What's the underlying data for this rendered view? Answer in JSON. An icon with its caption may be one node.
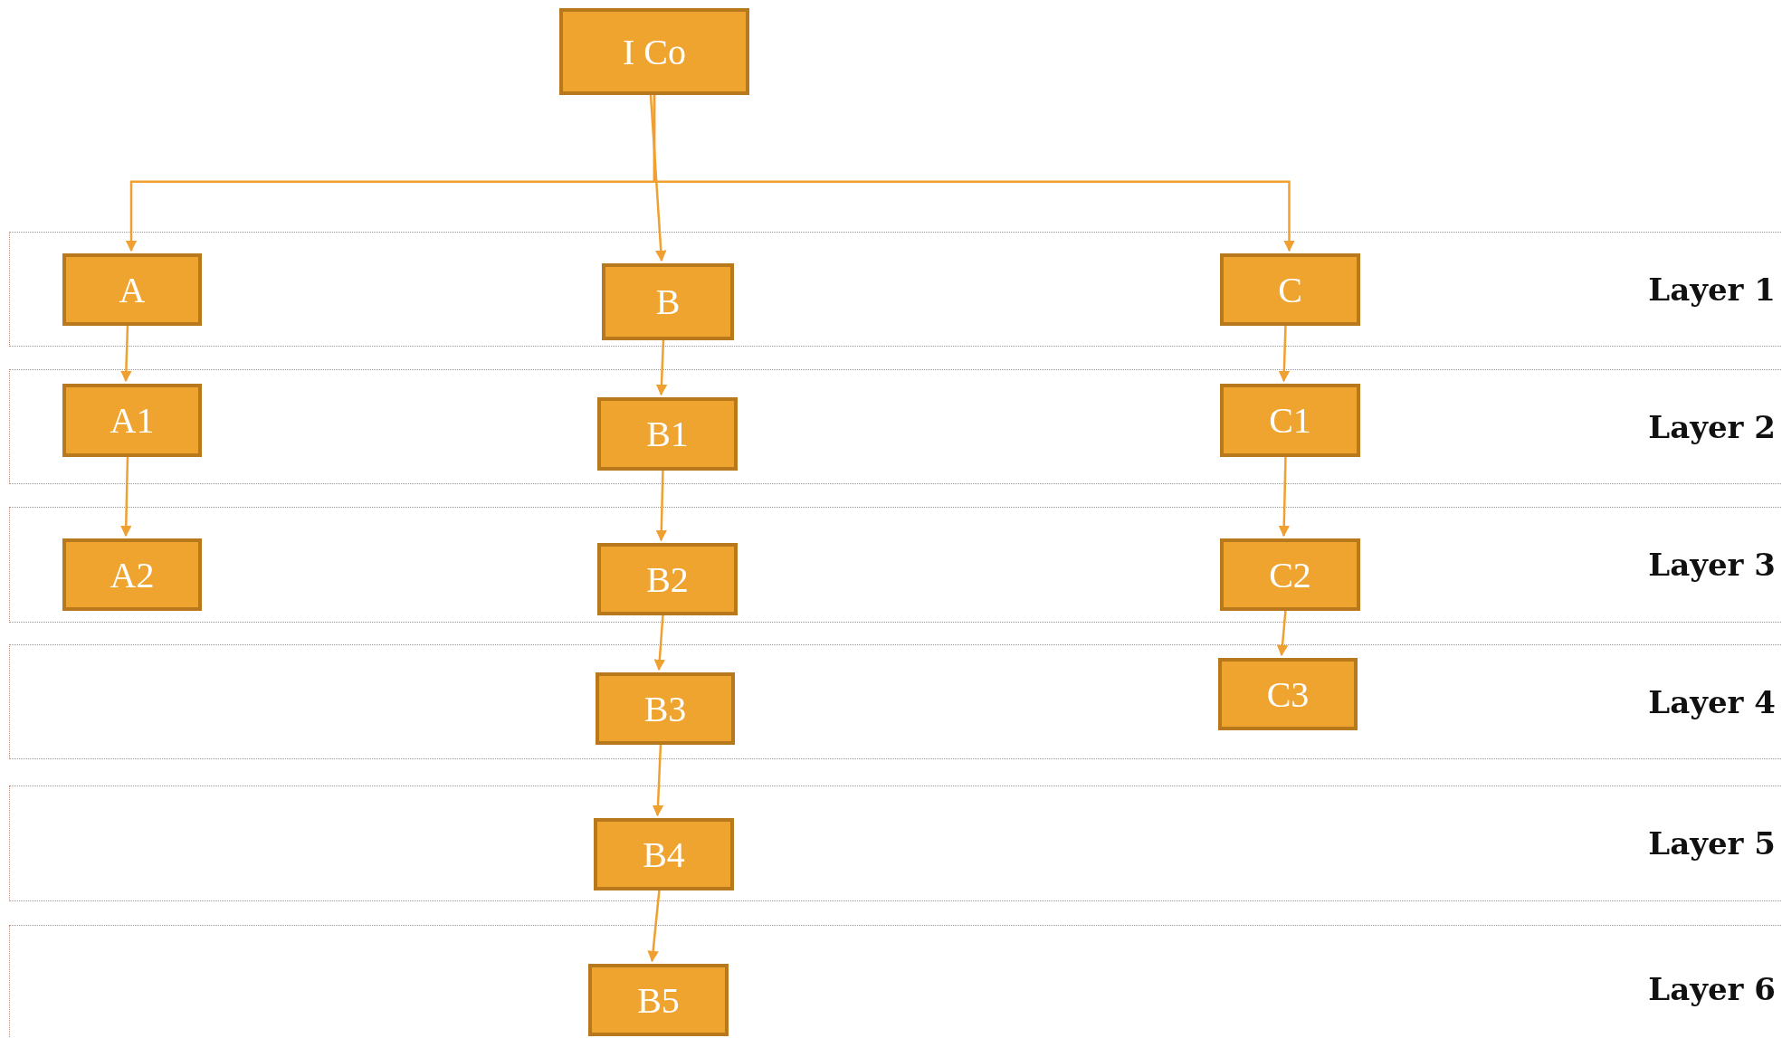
{
  "diagram": {
    "nodes": [
      {
        "text": [
          "I Co"
        ]
      },
      {
        "text": [
          "Layer 1"
        ]
      },
      {
        "text": [
          "A"
        ],
        "in": 1
      },
      {
        "text": [
          "B"
        ],
        "in": 1
      },
      {
        "text": [
          "C"
        ],
        "in": 1
      },
      {
        "text": [
          "Layer 2"
        ]
      },
      {
        "text": [
          "A1"
        ],
        "in": 5
      },
      {
        "text": [
          "B1"
        ],
        "in": 5
      },
      {
        "text": [
          "C1"
        ],
        "in": 5
      },
      {
        "text": [
          "Layer 3"
        ]
      },
      {
        "text": [
          "A2"
        ],
        "in": 9
      },
      {
        "text": [
          "B2"
        ],
        "in": 9
      },
      {
        "text": [
          "C2"
        ],
        "in": 9
      },
      {
        "text": [
          "Layer 4"
        ]
      },
      {
        "text": [
          "B3"
        ],
        "in": 13
      },
      {
        "text": [
          "C3"
        ],
        "in": 13
      },
      {
        "text": [
          "Layer 5"
        ]
      },
      {
        "text": [
          "B4"
        ],
        "in": 16
      },
      {
        "text": [
          "Layer 6"
        ]
      },
      {
        "text": [
          "B5"
        ],
        "in": 18
      }
    ],
    "edges": [
      {
        "from": 0,
        "to": 2,
        "arrow": "to"
      },
      {
        "from": 0,
        "to": 3,
        "arrow": "to"
      },
      {
        "from": 0,
        "to": 4,
        "arrow": "to"
      },
      {
        "from": 2,
        "to": 6,
        "arrow": "to"
      },
      {
        "from": 6,
        "to": 10,
        "arrow": "to"
      },
      {
        "from": 3,
        "to": 7,
        "arrow": "to"
      },
      {
        "from": 7,
        "to": 11,
        "arrow": "to"
      },
      {
        "from": 11,
        "to": 14,
        "arrow": "to"
      },
      {
        "from": 14,
        "to": 17,
        "arrow": "to"
      },
      {
        "from": 17,
        "to": 19,
        "arrow": "to"
      },
      {
        "from": 4,
        "to": 8,
        "arrow": "to"
      },
      {
        "from": 8,
        "to": 12,
        "arrow": "to"
      },
      {
        "from": 12,
        "to": 15,
        "arrow": "to"
      }
    ]
  }
}
